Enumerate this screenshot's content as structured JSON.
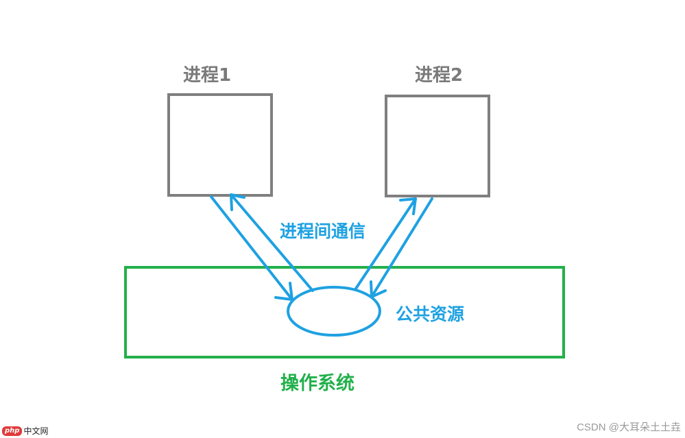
{
  "diagram": {
    "process1_label": "进程1",
    "process2_label": "进程2",
    "ipc_label": "进程间通信",
    "resource_label": "公共资源",
    "os_label": "操作系统"
  },
  "watermarks": {
    "left_badge": "php",
    "left_text": "中文网",
    "right_text": "CSDN @大耳朵土土垚"
  },
  "colors": {
    "process_box": "#7f7f7f",
    "process_label": "#7a7a7a",
    "ipc_arrows": "#1ea1e2",
    "os_box": "#22b04b"
  }
}
